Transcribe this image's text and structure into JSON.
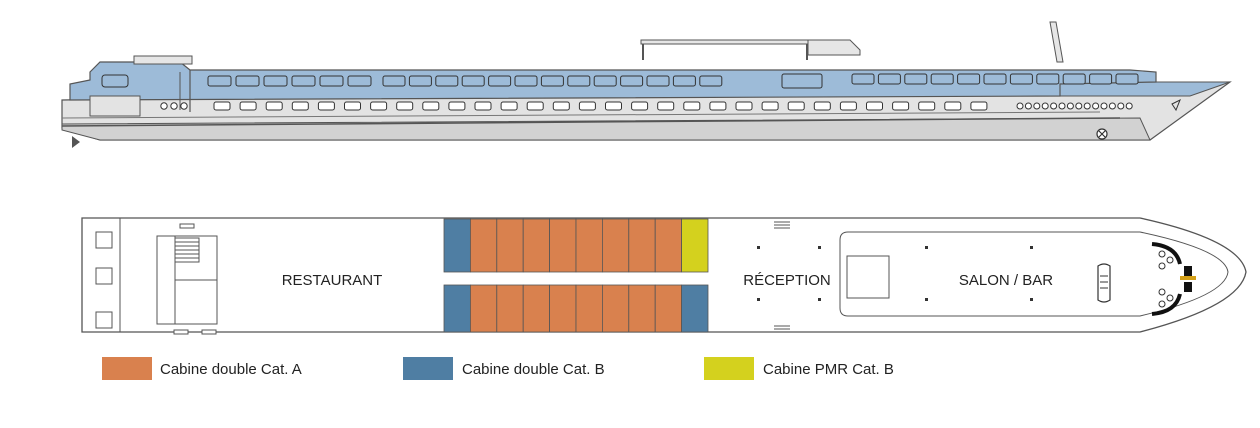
{
  "deck_labels": {
    "restaurant": "RESTAURANT",
    "reception": "RÉCEPTION",
    "salon_bar": "SALON / BAR"
  },
  "legend": [
    {
      "label": "Cabine double Cat. A",
      "color": "#d9814e"
    },
    {
      "label": "Cabine double Cat. B",
      "color": "#4f7ea3"
    },
    {
      "label": "Cabine PMR Cat. B",
      "color": "#d4d11e"
    }
  ],
  "colors": {
    "hull": "#e3e3e3",
    "hull_line": "#6b6b6b",
    "upper_deck_blue": "#9dbbd8",
    "deck_floor": "#ffffff",
    "outline": "#555555"
  },
  "cabins": {
    "top_row": [
      "B",
      "A",
      "A",
      "A",
      "A",
      "A",
      "A",
      "A",
      "A",
      "PMR"
    ],
    "bottom_row": [
      "B",
      "A",
      "A",
      "A",
      "A",
      "A",
      "A",
      "A",
      "A",
      "B"
    ]
  }
}
